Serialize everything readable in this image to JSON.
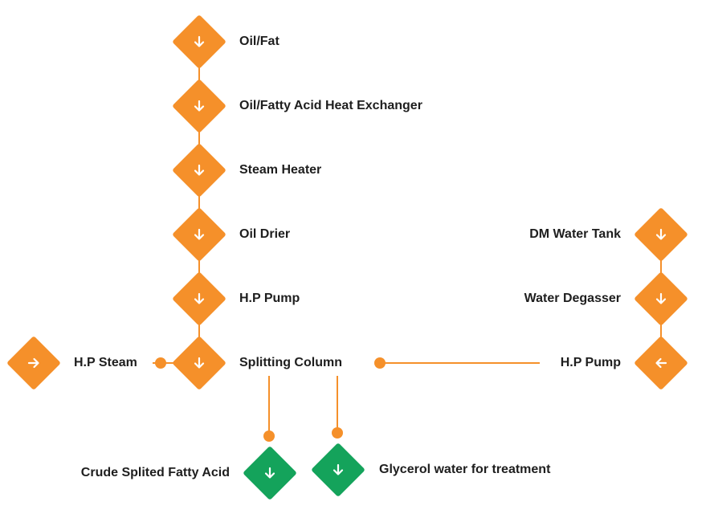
{
  "colors": {
    "primary": "#f5902a",
    "secondary": "#14a35b",
    "text": "#1e1e1e",
    "arrow": "#ffffff"
  },
  "main_flow": [
    {
      "label": "Oil/Fat",
      "icon": "arrow-down-icon"
    },
    {
      "label": "Oil/Fatty Acid Heat Exchanger",
      "icon": "arrow-down-icon"
    },
    {
      "label": "Steam Heater",
      "icon": "arrow-down-icon"
    },
    {
      "label": "Oil Drier",
      "icon": "arrow-down-icon"
    },
    {
      "label": "H.P Pump",
      "icon": "arrow-down-icon"
    },
    {
      "label": "Splitting Column",
      "icon": "arrow-down-icon"
    }
  ],
  "steam_input": {
    "label": "H.P Steam",
    "icon": "arrow-right-icon"
  },
  "water_flow": [
    {
      "label": "DM Water Tank",
      "icon": "arrow-down-icon"
    },
    {
      "label": "Water Degasser",
      "icon": "arrow-down-icon"
    },
    {
      "label": "H.P Pump",
      "icon": "arrow-left-icon"
    }
  ],
  "outputs": [
    {
      "label": "Crude Splited Fatty Acid",
      "icon": "arrow-down-icon"
    },
    {
      "label": "Glycerol water for treatment",
      "icon": "arrow-down-icon"
    }
  ]
}
